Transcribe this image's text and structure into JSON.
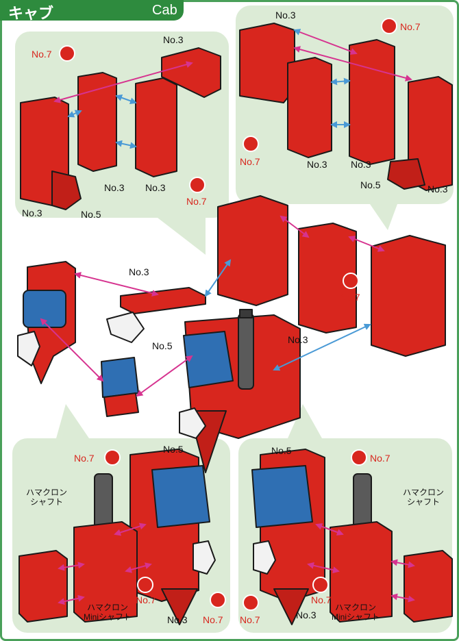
{
  "title": {
    "jp": "キャブ",
    "en": "Cab"
  },
  "colors": {
    "frame": "#4aa05a",
    "title_bg": "#2e8b3e",
    "panel": "#dcebd6",
    "block_red": "#d8261e",
    "block_blue": "#2f6fb3",
    "shaft_gray": "#5a5a5a",
    "arrow_pink": "#d6338f",
    "arrow_blue": "#4a9ad6"
  },
  "labels": {
    "tl_no3_top": "No.3",
    "tl_no7_top": "No.7",
    "tl_no3_mid1": "No.3",
    "tl_no3_mid2": "No.3",
    "tl_no7_right": "No.7",
    "tl_no3_bottom": "No.3",
    "tl_no5_bottom": "No.5",
    "tr_no3_top": "No.3",
    "tr_no7_top": "No.7",
    "tr_no7_left": "No.7",
    "tr_no3_mid1": "No.3",
    "tr_no3_mid2": "No.3",
    "tr_no5": "No.5",
    "tr_no3_right": "No.3",
    "c_no3_top": "No.3",
    "c_no5": "No.5",
    "c_no7": "No.7",
    "c_no3_right": "No.3",
    "bl_no7_top": "No.7",
    "bl_no5": "No.5",
    "bl_shaft": "ハマクロン\nシャフト",
    "bl_no7_mid": "No.7",
    "bl_mini_shaft": "ハマクロン\nMiniシャフト",
    "bl_no3": "No.3",
    "bl_no7_bottom": "No.7",
    "br_no5": "No.5",
    "br_no7_top": "No.7",
    "br_shaft": "ハマクロン\nシャフト",
    "br_no7_left": "No.7",
    "br_no3": "No.3",
    "br_no7_mid": "No.7",
    "br_mini_shaft": "ハマクロン\nMiniシャフト"
  }
}
